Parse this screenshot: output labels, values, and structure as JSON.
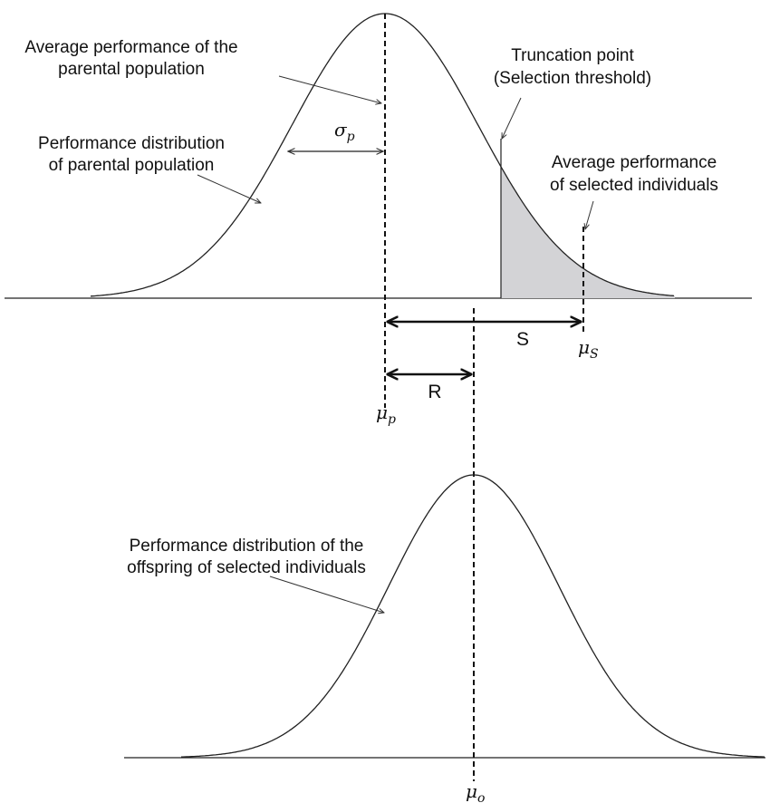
{
  "labels": {
    "avg_parental_line1": "Average performance of the",
    "avg_parental_line2": "parental population",
    "dist_parental_line1": "Performance distribution",
    "dist_parental_line2": "of parental population",
    "truncation_line1": "Truncation point",
    "truncation_line2": "(Selection threshold)",
    "avg_selected_line1": "Average performance",
    "avg_selected_line2": "of selected individuals",
    "dist_offspring_line1": "Performance distribution of the",
    "dist_offspring_line2": "offspring of selected individuals",
    "selection_differential": "S",
    "response": "R"
  },
  "symbols": {
    "sigma_p": {
      "base": "σ",
      "sub": "p"
    },
    "mu_p": {
      "base": "μ",
      "sub": "p"
    },
    "mu_s": {
      "base": "μ",
      "sub": "S"
    },
    "mu_o": {
      "base": "μ",
      "sub": "o"
    }
  },
  "colors": {
    "shaded_tail": "#d3d3d6",
    "ink": "#111111"
  }
}
